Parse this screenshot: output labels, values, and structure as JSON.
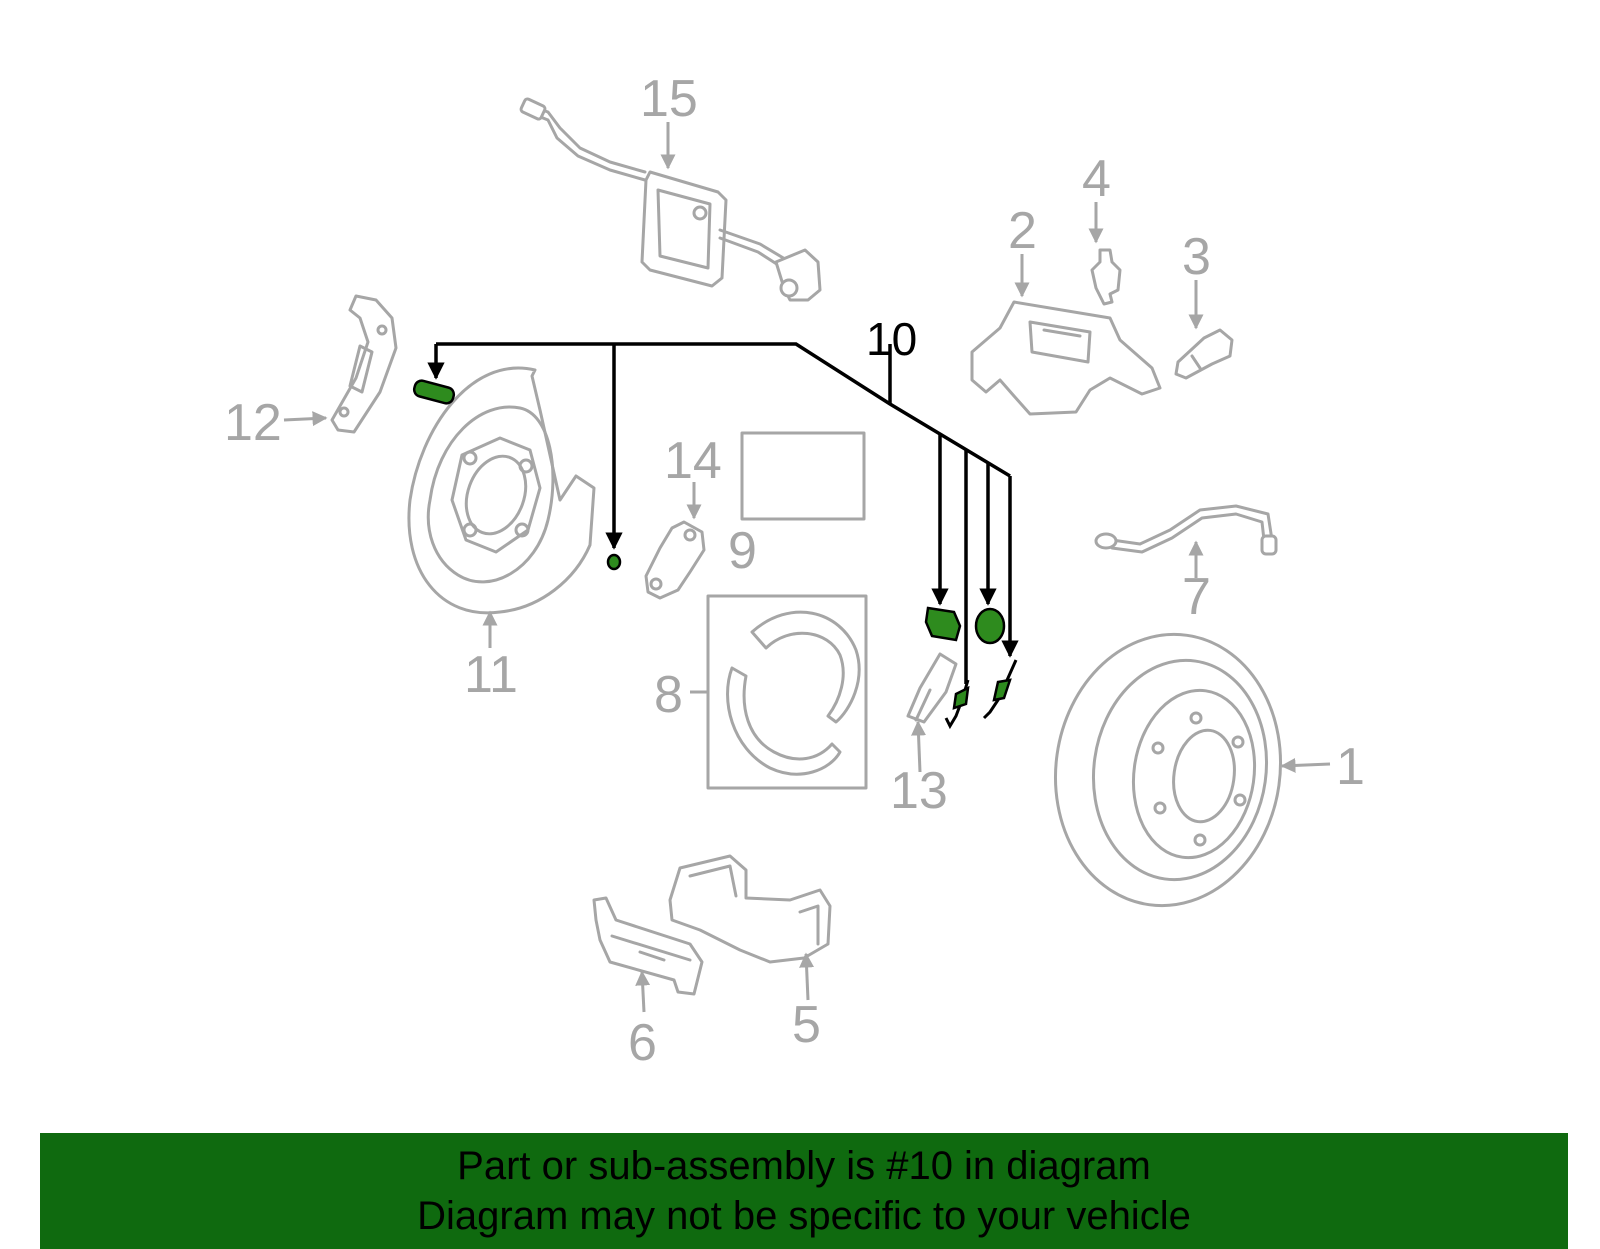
{
  "labels": {
    "p1": "1",
    "p2": "2",
    "p3": "3",
    "p4": "4",
    "p5": "5",
    "p6": "6",
    "p7": "7",
    "p8": "8",
    "p9": "9",
    "p10": "10",
    "p11": "11",
    "p12": "12",
    "p13": "13",
    "p14": "14",
    "p15": "15"
  },
  "highlighted_part": "10",
  "banner": {
    "line1": "Part or sub-assembly is #10 in diagram",
    "line2": "Diagram may not be specific to your vehicle"
  },
  "colors": {
    "banner_bg": "#0f6a0f",
    "highlight": "#2e8b1e",
    "part_outline": "#a6a6a6"
  }
}
